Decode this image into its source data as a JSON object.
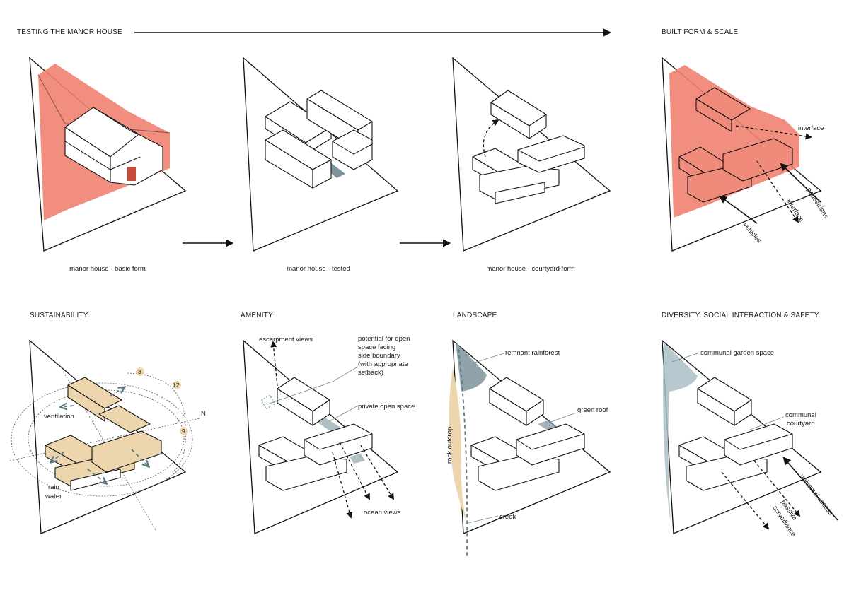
{
  "headings": {
    "testing": "TESTING THE MANOR HOUSE",
    "built_form": "BUILT FORM & SCALE",
    "sustainability": "SUSTAINABILITY",
    "amenity": "AMENITY",
    "landscape": "LANDSCAPE",
    "diversity": "DIVERSITY, SOCIAL INTERACTION & SAFETY"
  },
  "captions": {
    "basic": "manor house - basic form",
    "tested": "manor house - tested",
    "courtyard": "manor house - courtyard form"
  },
  "built_form_labels": {
    "interface_top": "interface",
    "pedestrians": "pedestrians",
    "interface_side": "interface",
    "vehicles": "vehicles"
  },
  "sustainability_labels": {
    "ventilation": "ventilation",
    "rain": "rain",
    "water": "water",
    "north": "N",
    "clock": [
      "3",
      "12",
      "9"
    ]
  },
  "amenity_labels": {
    "escarpment": "escarpment views",
    "open_space_lines": [
      "potential for open",
      "space facing",
      "side boundary",
      "(with appropriate",
      "setback)"
    ],
    "private": "private open space",
    "ocean": "ocean views"
  },
  "landscape_labels": {
    "rainforest": "remnant rainforest",
    "green_roof": "green roof",
    "rock": "rock outcrop",
    "creek": "creek"
  },
  "diversity_labels": {
    "garden": "communal garden space",
    "courtyard_1": "communal",
    "courtyard_2": "courtyard",
    "universal": "universal access",
    "passive_1": "passive",
    "passive_2": "surveillance"
  },
  "colors": {
    "red": "#f08272",
    "tan": "#edd6ae",
    "slate": "#7d939c",
    "light_blue": "#a9bec6"
  }
}
